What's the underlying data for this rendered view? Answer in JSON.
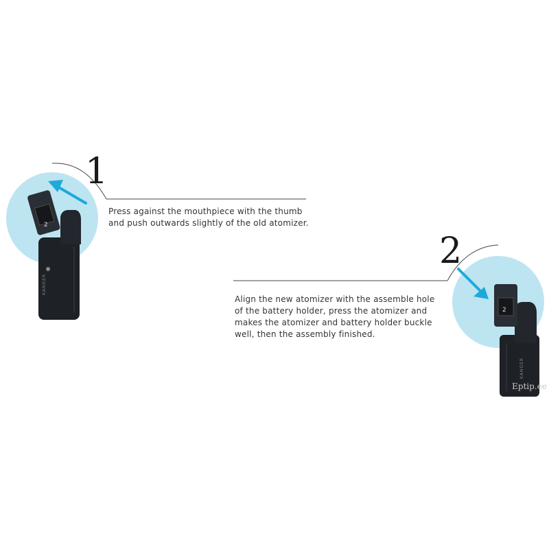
{
  "colors": {
    "circle": "#bde4f1",
    "arrow": "#1ea9dc",
    "device": "#1e2126",
    "device_edge": "#2d3138",
    "line": "#444444",
    "text": "#333333"
  },
  "steps": [
    {
      "number": "1",
      "lines": [
        "Press against the mouthpiece with the thumb",
        "and push outwards slightly of the old atomizer."
      ]
    },
    {
      "number": "2",
      "lines": [
        "Align the new atomizer with the assemble hole",
        "of the battery holder, press the atomizer and",
        "makes the atomizer and battery holder buckle",
        "well, then the assembly finished."
      ]
    }
  ],
  "device_brand": "KANGER",
  "pod_label": "2",
  "watermark": "Eptip.ee",
  "icons": {
    "step1_arrow": "up-left-arrow-icon",
    "step2_arrow": "down-right-arrow-icon"
  }
}
